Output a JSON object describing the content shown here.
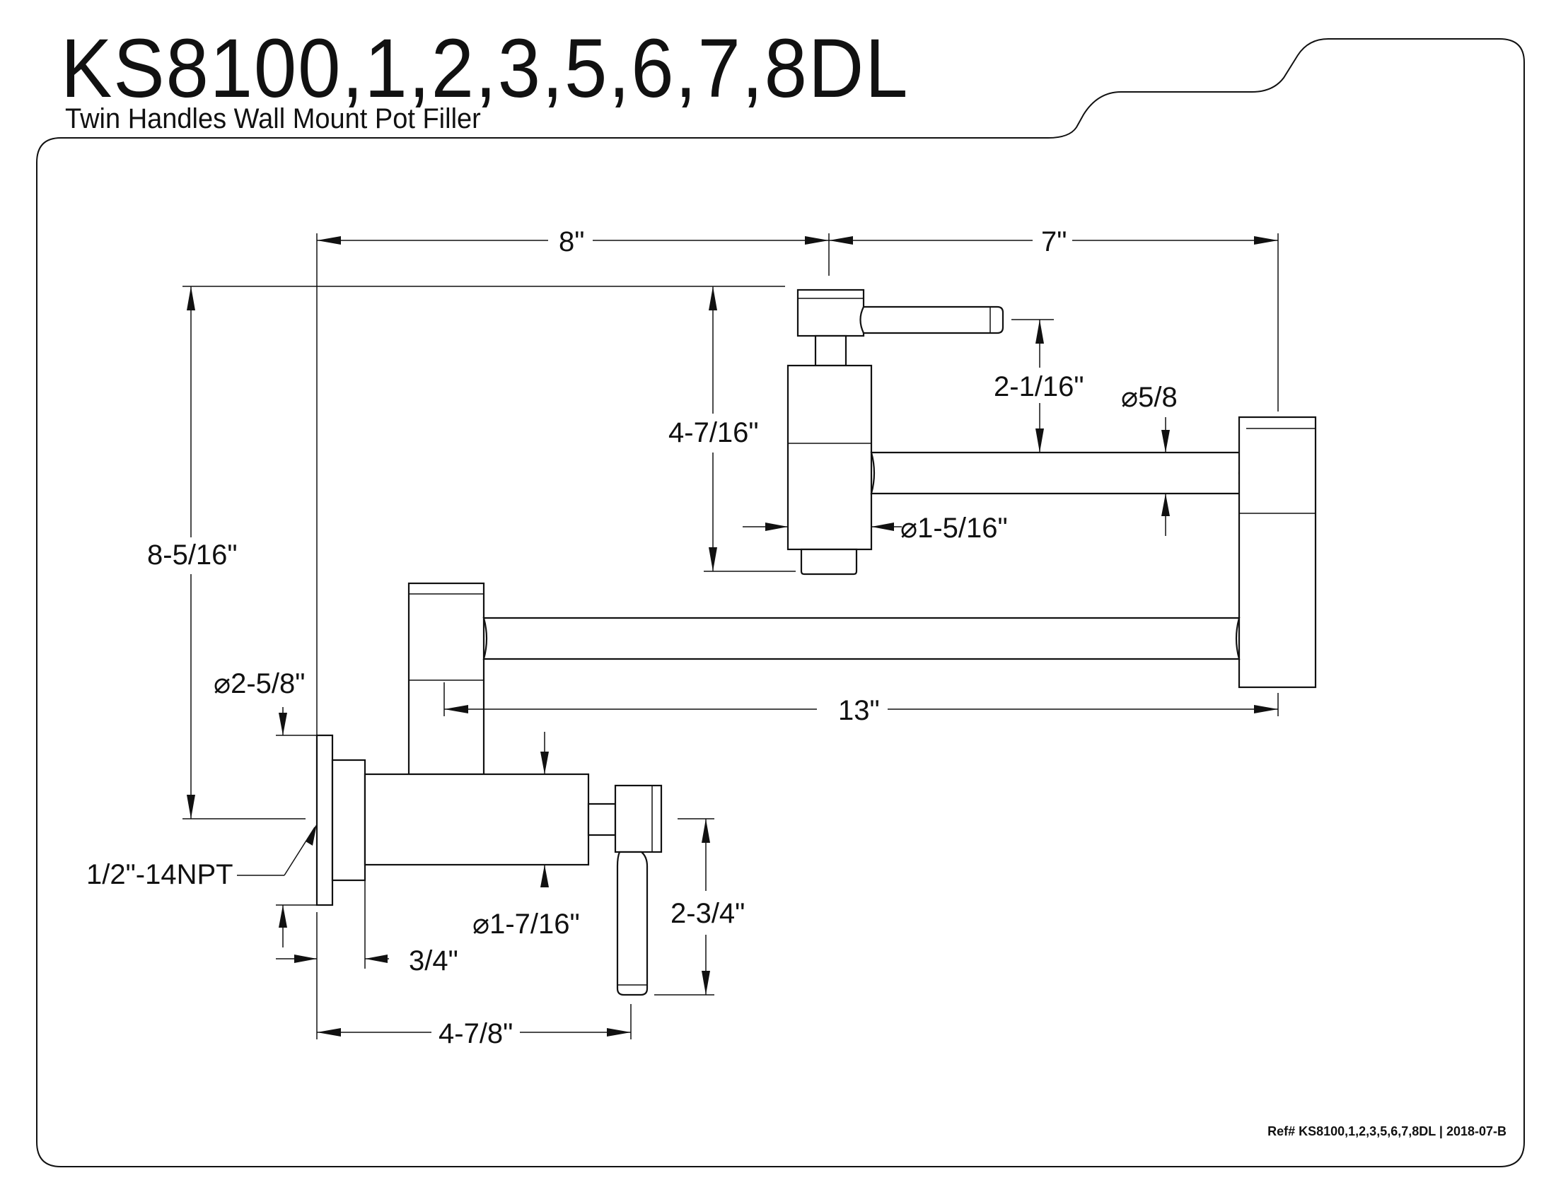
{
  "header": {
    "title": "KS8100,1,2,3,5,6,7,8DL",
    "subtitle": "Twin Handles Wall Mount Pot Filler"
  },
  "footer": {
    "ref": "Ref# KS8100,1,2,3,5,6,7,8DL | 2018-07-B"
  },
  "dimensions": {
    "width_8": "8\"",
    "width_7": "7\"",
    "height_total": "8-5/16\"",
    "height_upper": "4-7/16\"",
    "handle_offset": "2-1/16\"",
    "arm_dia": "⌀5/8",
    "upper_body_dia": "⌀1-5/16\"",
    "flange_dia": "⌀2-5/8\"",
    "arm_length": "13\"",
    "thread": "1/2\"-14NPT",
    "lower_body_dia": "⌀1-7/16\"",
    "handle_height": "2-3/4\"",
    "flange_depth": "3/4\"",
    "depth_total": "4-7/8\""
  }
}
